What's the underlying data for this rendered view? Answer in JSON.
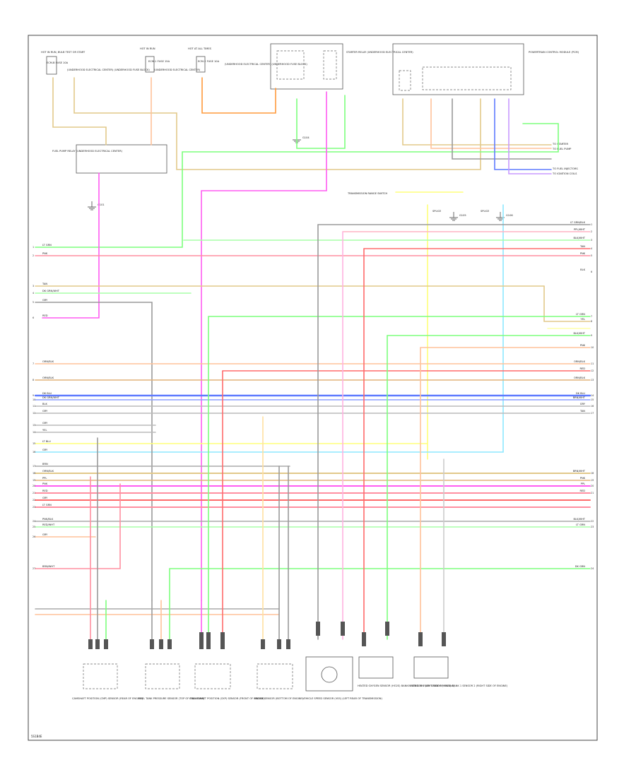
{
  "diagram": {
    "figure_id": "5S1B4E",
    "top_sources": [
      {
        "label": "HOT IN RUN, BULB TEST OR START",
        "fuse": "ECM-B FUSE 10A"
      },
      {
        "label": "HOT IN RUN",
        "fuse": "ECM-1 FUSE 15A"
      },
      {
        "label": "HOT AT ALL TIMES",
        "fuse": "ECM-2 FUSE 10A"
      }
    ],
    "top_notes": [
      "(UNDERHOOD ELECTRICAL CENTER) (UNDERHOOD FUSE BLOCK)",
      "(UNDERHOOD ELECTRICAL CENTER)",
      "(UNDERHOOD ELECTRICAL CENTER) (UNDERHOOD FUSE BLOCK)"
    ],
    "relays": [
      {
        "name": "STARTER RELAY (UNDERHOOD ELECTRICAL CENTER)"
      },
      {
        "name": "FUEL PUMP RELAY (UNDERHOOD ELECTRICAL CENTER)"
      },
      {
        "name": "POWERTRAIN CONTROL MODULE (PCM)"
      }
    ],
    "ground_labels": [
      "G104",
      "G101",
      "G105",
      "G106"
    ],
    "right_refs": [
      "TO STARTER",
      "TO FUEL PUMP",
      "TO FUEL INJECTORS",
      "TO IGNITION COILS",
      "TRANSMISSION RANGE SWITCH",
      "SPLICE",
      "SPLICE"
    ],
    "left_wires": [
      "LT GRN",
      "PNK",
      "TAN",
      "DK GRN/WHT",
      "GRY",
      "RED",
      "ORN/BLK",
      "ORN/BLK",
      "DK BLU",
      "DK GRN/WHT",
      "BLK",
      "GRY",
      "GRY",
      "YEL",
      "LT BLU",
      "GRY",
      "BRN",
      "ORN/BLK",
      "PPL",
      "PNK",
      "RED",
      "GRY",
      "LT GRN",
      "PNK/BLK",
      "RED/WHT",
      "GRY",
      "BRN/WHT"
    ],
    "right_wires": [
      "LT GRN/BLK",
      "PPL/WHT",
      "BLK/WHT",
      "TAN",
      "PNK",
      "BLK",
      "LT GRN",
      "YEL",
      "BLK/WHT",
      "PNK",
      "ORN/BLK",
      "RED",
      "ORN/BLK",
      "DK BLU",
      "BRN/WHT",
      "GRY",
      "TAN",
      "BRN/WHT",
      "PNK",
      "PPL",
      "RED",
      "BLK/WHT",
      "LT GRN",
      "DK GRN"
    ],
    "components": [
      "CAMSHAFT POSITION (CMP) SENSOR (REAR OF ENGINE)",
      "FUEL TANK PRESSURE SENSOR (TOP OF FUEL TANK)",
      "CRANKSHAFT POSITION (CKP) SENSOR (FRONT OF ENGINE)",
      "KNOCK SENSOR (BOTTOM OF ENGINE)",
      "VEHICLE SPEED SENSOR (VSS) (LEFT REAR OF TRANSMISSION)",
      "HEATED OXYGEN SENSOR (HO2S) BANK 1 SENSOR 1 (LEFT SIDE OF ENGINE)",
      "HEATED OXYGEN SENSOR (HO2S) BANK 1 SENSOR 2 (RIGHT SIDE OF ENGINE)"
    ],
    "colors": {
      "frame": "#444444",
      "tan": "#e2c98a",
      "orange": "#ff9a3c",
      "pink": "#ff8fa0",
      "magenta": "#ff5cf2",
      "lt_green": "#7dff7d",
      "yellow": "#ffff7a",
      "dk_blue": "#5f7bff",
      "lt_blue": "#8de8ff",
      "gray": "#9a9a9a",
      "red": "#ff6b6b",
      "peach": "#ffc29a",
      "purple": "#c89aff"
    }
  }
}
